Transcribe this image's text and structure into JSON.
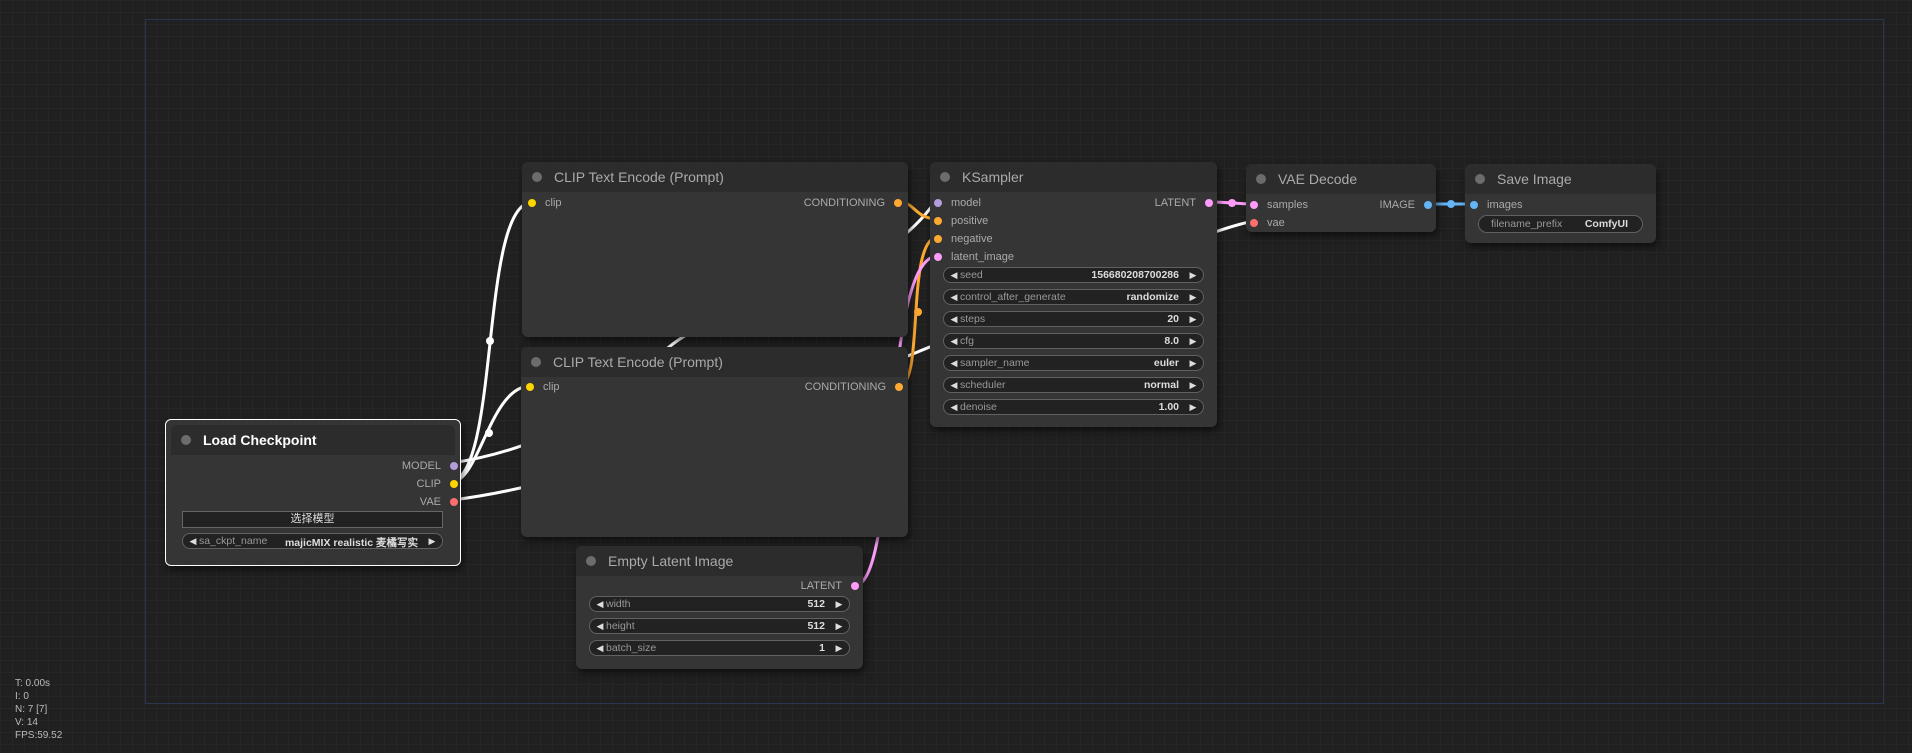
{
  "colors": {
    "background": "#202020",
    "node_body": "#353535",
    "node_title": "#2c2c2c",
    "clip": "#ffd500",
    "conditioning": "#ffa931",
    "model": "#b39ddb",
    "latent": "#ff9cf9",
    "vae": "#ff6e6e",
    "image": "#64b5f6"
  },
  "nodes": {
    "clip_pos": {
      "title": "CLIP Text Encode (Prompt)",
      "input_clip": "clip",
      "output_conditioning": "CONDITIONING"
    },
    "clip_neg": {
      "title": "CLIP Text Encode (Prompt)",
      "input_clip": "clip",
      "output_conditioning": "CONDITIONING"
    },
    "ksampler": {
      "title": "KSampler",
      "inputs": [
        "model",
        "positive",
        "negative",
        "latent_image"
      ],
      "output_latent": "LATENT",
      "widgets": [
        {
          "label": "seed",
          "value": "156680208700286"
        },
        {
          "label": "control_after_generate",
          "value": "randomize"
        },
        {
          "label": "steps",
          "value": "20"
        },
        {
          "label": "cfg",
          "value": "8.0"
        },
        {
          "label": "sampler_name",
          "value": "euler"
        },
        {
          "label": "scheduler",
          "value": "normal"
        },
        {
          "label": "denoise",
          "value": "1.00"
        }
      ]
    },
    "vae_decode": {
      "title": "VAE Decode",
      "inputs": [
        "samples",
        "vae"
      ],
      "output_image": "IMAGE"
    },
    "save_image": {
      "title": "Save Image",
      "input_images": "images",
      "widget_label": "filename_prefix",
      "widget_value": "ComfyUI"
    },
    "load_checkpoint": {
      "title": "Load Checkpoint",
      "outputs": [
        "MODEL",
        "CLIP",
        "VAE"
      ],
      "button_label": "选择模型",
      "widget_label": "sa_ckpt_name",
      "widget_value": "majicMIX realistic 麦橘写实"
    },
    "empty_latent": {
      "title": "Empty Latent Image",
      "output_latent": "LATENT",
      "widgets": [
        {
          "label": "width",
          "value": "512"
        },
        {
          "label": "height",
          "value": "512"
        },
        {
          "label": "batch_size",
          "value": "1"
        }
      ]
    }
  },
  "stats": {
    "t": "T: 0.00s",
    "i": "I: 0",
    "n": "N: 7 [7]",
    "v": "V: 14",
    "fps": "FPS:59.52"
  }
}
